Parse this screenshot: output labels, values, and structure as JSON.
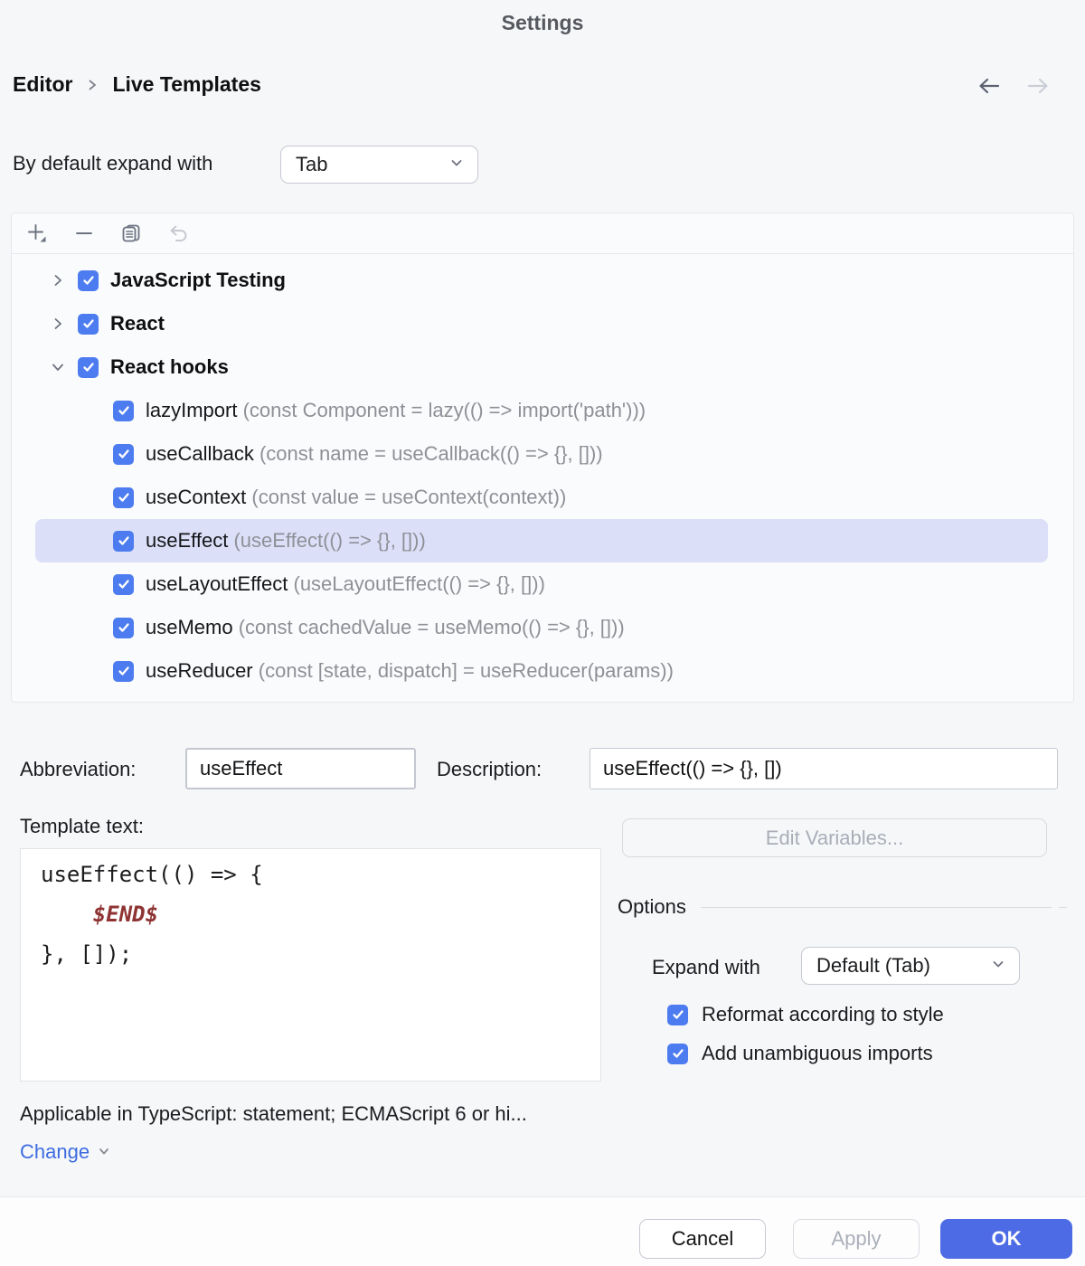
{
  "window": {
    "title": "Settings"
  },
  "breadcrumb": {
    "level1": "Editor",
    "level2": "Live Templates"
  },
  "default_expand": {
    "label": "By default expand with",
    "value": "Tab"
  },
  "toolbar": {
    "icons": [
      {
        "name": "add-icon"
      },
      {
        "name": "remove-icon"
      },
      {
        "name": "duplicate-icon"
      },
      {
        "name": "revert-icon",
        "enabled": false
      }
    ]
  },
  "tree": {
    "rows": [
      {
        "type": "group",
        "label": "JavaScript Testing",
        "checked": true,
        "expanded": false
      },
      {
        "type": "group",
        "label": "React",
        "checked": true,
        "expanded": false
      },
      {
        "type": "group",
        "label": "React hooks",
        "checked": true,
        "expanded": true
      },
      {
        "type": "item",
        "name": "lazyImport",
        "description": "(const Component = lazy(() => import('path')))",
        "checked": true,
        "selected": false
      },
      {
        "type": "item",
        "name": "useCallback",
        "description": "(const name = useCallback(() => {}, []))",
        "checked": true,
        "selected": false
      },
      {
        "type": "item",
        "name": "useContext",
        "description": "(const value = useContext(context))",
        "checked": true,
        "selected": false
      },
      {
        "type": "item",
        "name": "useEffect",
        "description": "(useEffect(() => {}, []))",
        "checked": true,
        "selected": true
      },
      {
        "type": "item",
        "name": "useLayoutEffect",
        "description": "(useLayoutEffect(() => {}, []))",
        "checked": true,
        "selected": false
      },
      {
        "type": "item",
        "name": "useMemo",
        "description": "(const cachedValue = useMemo(() => {}, []))",
        "checked": true,
        "selected": false
      },
      {
        "type": "item",
        "name": "useReducer",
        "description": "(const [state, dispatch] = useReducer(params))",
        "checked": true,
        "selected": false
      }
    ]
  },
  "abbreviation": {
    "label": "Abbreviation:",
    "value": "useEffect"
  },
  "description": {
    "label": "Description:",
    "value": "useEffect(() => {}, [])"
  },
  "template_text": {
    "label": "Template text:",
    "line1": "useEffect(() => {",
    "line2_indent": "    ",
    "line2_marker": "$END$",
    "line3": "}, []);"
  },
  "edit_variables": {
    "label": "Edit Variables...",
    "enabled": false
  },
  "options": {
    "header": "Options",
    "expand_with": {
      "label": "Expand with",
      "value": "Default (Tab)"
    },
    "checkboxes": [
      {
        "label": "Reformat according to style",
        "checked": true
      },
      {
        "label": "Add unambiguous imports",
        "checked": true
      }
    ]
  },
  "context": {
    "applicable": "Applicable in TypeScript: statement; ECMAScript 6 or hi...",
    "change_label": "Change"
  },
  "footer": {
    "cancel_label": "Cancel",
    "apply_label": "Apply",
    "ok_label": "OK"
  },
  "colors": {
    "accent_blue": "#4D7CF0",
    "primary_button_blue": "#4D6BE4",
    "selection_bg": "#DBE0F8",
    "link_blue": "#3D6CE0",
    "template_marker_red": "#8F3333"
  }
}
